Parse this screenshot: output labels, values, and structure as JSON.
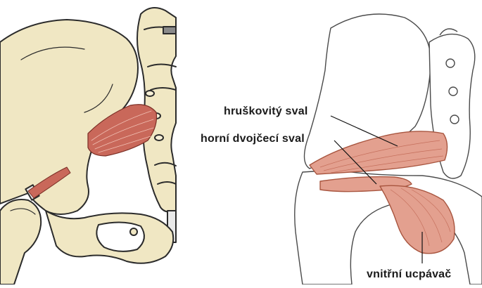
{
  "labels": {
    "piriformis": "hruškovitý sval",
    "superior_gemellus": "horní dvojčecí sval",
    "obturator_internus": "vnitřní ucpávač"
  },
  "colors": {
    "bone_left": "#f0e7c3",
    "bone_outline": "#2b2b2b",
    "muscle": "#c9685a",
    "muscle_light": "#e3a08f",
    "bone_right": "#ffffff"
  }
}
